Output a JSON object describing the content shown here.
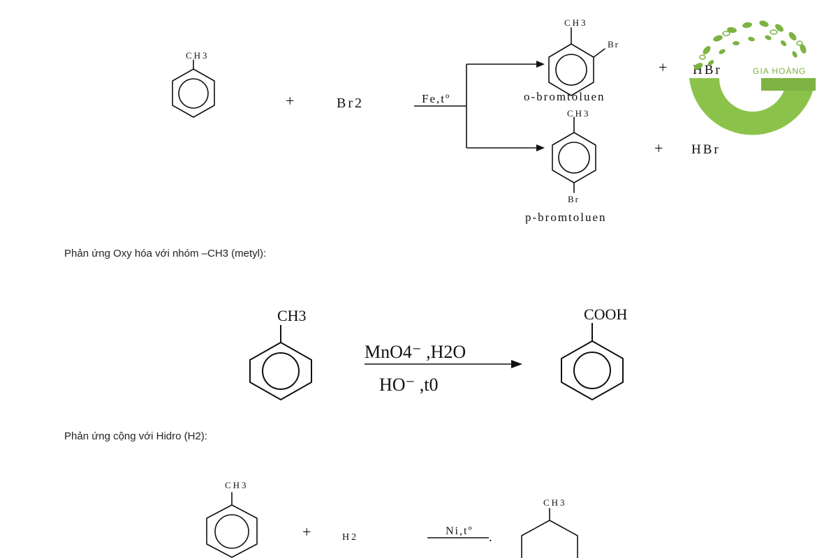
{
  "reaction1": {
    "reactant_group": "CH3",
    "plus": "+",
    "reagent": "Br2",
    "condition": "Fe,tº",
    "product_ortho": {
      "methyl": "CH3",
      "substituent": "Br",
      "name": "o-bromtoluen",
      "plus": "+",
      "byproduct": "HBr"
    },
    "product_para": {
      "methyl": "CH3",
      "substituent": "Br",
      "name": "p-bromtoluen",
      "plus": "+",
      "byproduct": "HBr"
    }
  },
  "heading_oxidation": "Phản ứng Oxy hóa với nhóm –CH3 (metyl):",
  "reaction2": {
    "reactant_group": "CH3",
    "condition_top": "MnO4⁻ ,H2O",
    "condition_bottom": "HO⁻ ,t0",
    "product_group": "COOH"
  },
  "heading_hydrogenation": "Phản ứng cộng với Hidro (H2):",
  "reaction3": {
    "reactant_group": "CH3",
    "plus": "+",
    "reagent": "H2",
    "condition": "Ni,tº",
    "dot": ".",
    "product_group": "CH3"
  },
  "logo": {
    "text": "GIA HOÀNG",
    "color": "#7cb342",
    "icon": "gia-hoang-logo-icon"
  }
}
